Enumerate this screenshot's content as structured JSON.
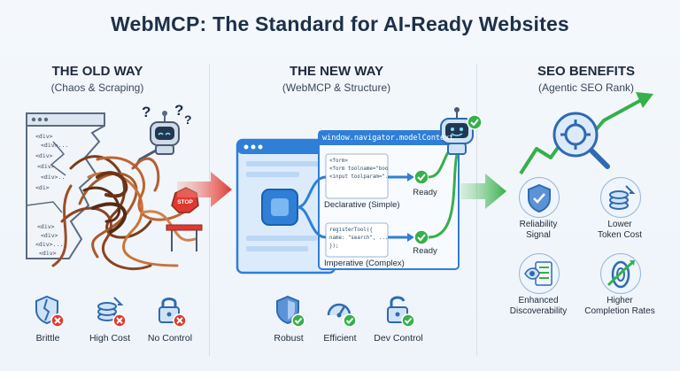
{
  "title": "WebMCP: The Standard for AI-Ready Websites",
  "old_way": {
    "heading": "THE OLD WAY",
    "subheading": "(Chaos & Scraping)",
    "code_tags": [
      "<div>",
      "<div>...",
      "<div>",
      "<div>",
      "<div>..",
      "<di>",
      "<div>",
      "<div>",
      "<div>...",
      "<div>"
    ],
    "stop_sign": "STOP",
    "icons": [
      {
        "label": "Brittle",
        "icon": "cracked-shield-icon",
        "status": "x"
      },
      {
        "label": "High Cost",
        "icon": "coins-icon",
        "status": "x"
      },
      {
        "label": "No Control",
        "icon": "padlock-icon",
        "status": "x"
      }
    ]
  },
  "new_way": {
    "heading": "THE NEW WAY",
    "subheading": "(WebMCP & Structure)",
    "api_name": "window.navigator.modelContext",
    "declarative_code": [
      "<form>",
      "<form toolname=\"book\">",
      "<input toolparam=\"..\">"
    ],
    "declarative_label": "Declarative (Simple)",
    "imperative_code": [
      "registerTool({",
      "  name: \"search\", ...",
      "});"
    ],
    "imperative_label": "Imperative (Complex)",
    "ready_label": "Ready",
    "icons": [
      {
        "label": "Robust",
        "icon": "shield-icon",
        "status": "check"
      },
      {
        "label": "Efficient",
        "icon": "gauge-icon",
        "status": "check"
      },
      {
        "label": "Dev Control",
        "icon": "unlocked-padlock-icon",
        "status": "check"
      }
    ]
  },
  "seo": {
    "heading": "SEO BENEFITS",
    "subheading": "(Agentic SEO Rank)",
    "benefits": [
      {
        "label1": "Reliability",
        "label2": "Signal",
        "icon": "shield-check-icon"
      },
      {
        "label1": "Lower",
        "label2": "Token Cost",
        "icon": "coins-icon"
      },
      {
        "label1": "Enhanced",
        "label2": "Discoverability",
        "icon": "eye-list-icon"
      },
      {
        "label1": "Higher",
        "label2": "Completion Rates",
        "icon": "target-arrow-icon"
      }
    ]
  },
  "colors": {
    "accent_green": "#35b04a",
    "accent_blue": "#2f7fd6",
    "alert_red": "#e0392f",
    "title": "#1e3048"
  }
}
